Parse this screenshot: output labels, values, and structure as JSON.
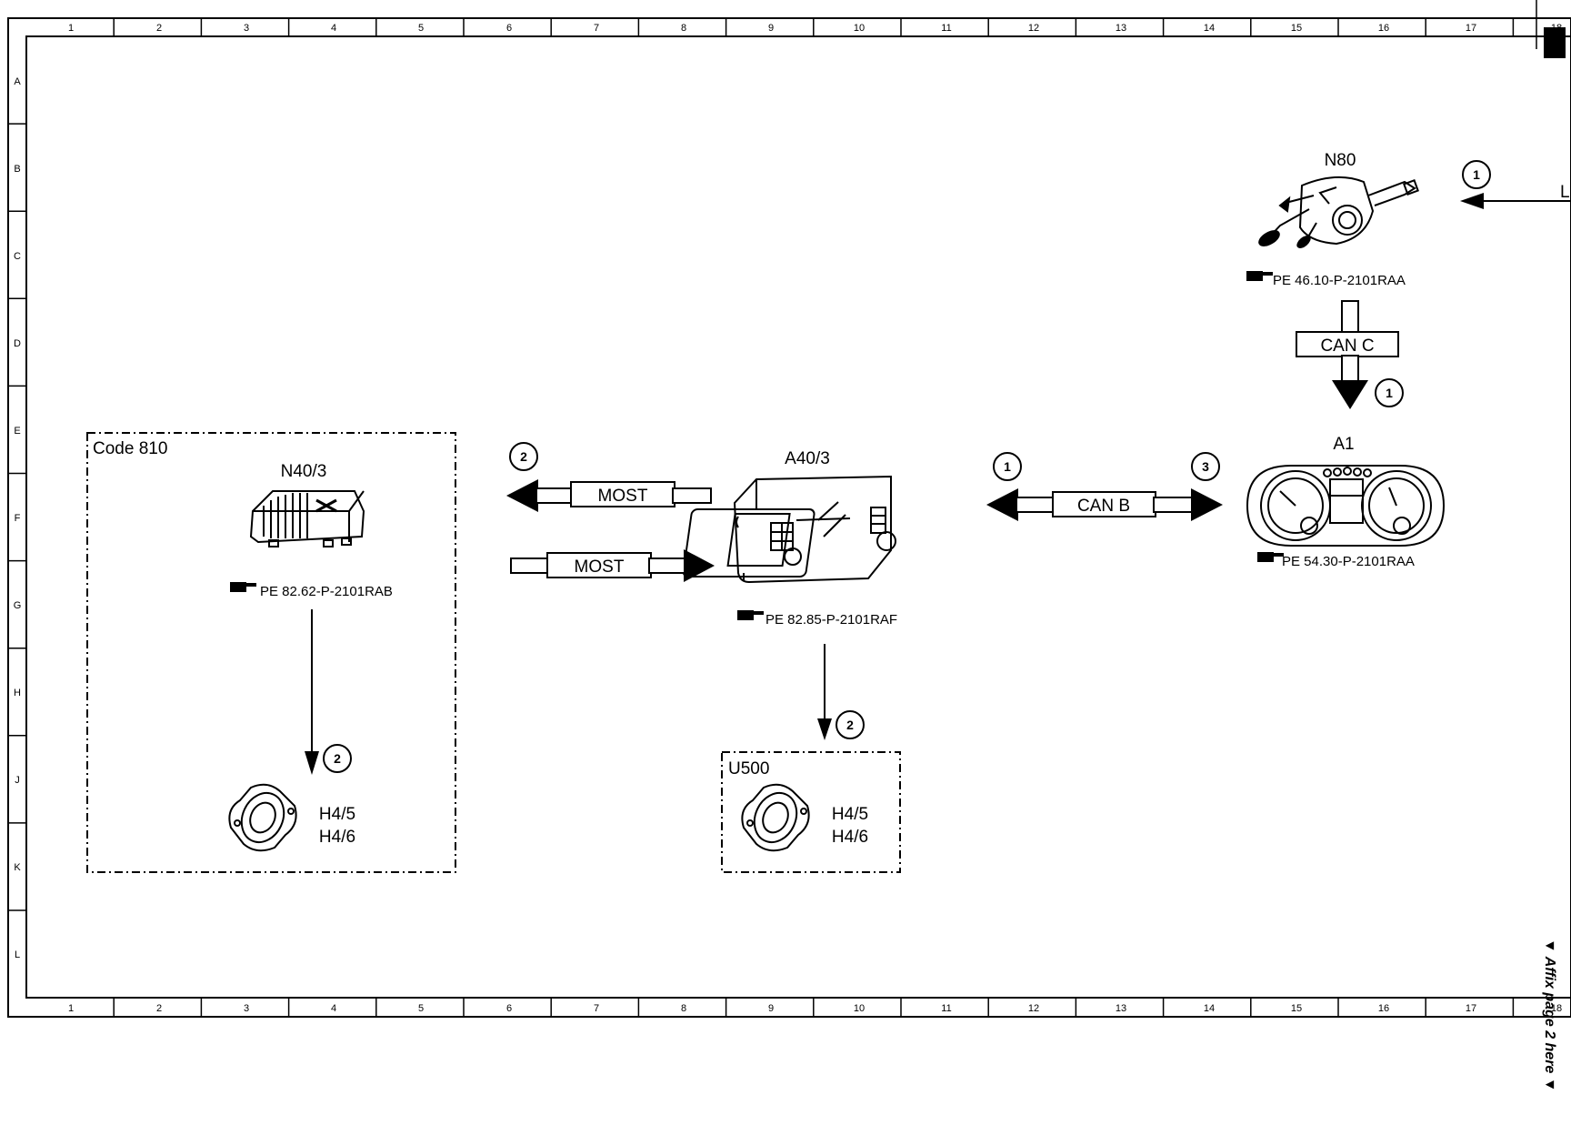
{
  "grid": {
    "columns": [
      "1",
      "2",
      "3",
      "4",
      "5",
      "6",
      "7",
      "8",
      "9",
      "10",
      "11",
      "12",
      "13",
      "14",
      "15",
      "16",
      "17",
      "18"
    ],
    "rows": [
      "A",
      "B",
      "C",
      "D",
      "E",
      "F",
      "G",
      "H",
      "J",
      "K",
      "L"
    ]
  },
  "components": {
    "n80": {
      "id": "N80",
      "ref": "PE 46.10-P-2101RAA"
    },
    "a1": {
      "id": "A1",
      "ref": "PE 54.30-P-2101RAA"
    },
    "a40_3": {
      "id": "A40/3",
      "ref": "PE 82.85-P-2101RAF"
    },
    "n40_3": {
      "id": "N40/3",
      "ref": "PE 82.62-P-2101RAB"
    },
    "speakers_left": {
      "line1": "H4/5",
      "line2": "H4/6"
    },
    "speakers_u500": {
      "line1": "H4/5",
      "line2": "H4/6"
    }
  },
  "boxes": {
    "code810": {
      "title": "Code 810"
    },
    "u500": {
      "title": "U500"
    }
  },
  "buses": {
    "can_c": "CAN C",
    "can_b": "CAN B",
    "most_out": "MOST",
    "most_in": "MOST"
  },
  "markers": {
    "n80_in": "1",
    "can_c": "1",
    "can_b_left": "1",
    "can_b_right": "3",
    "most_out": "2",
    "a40_down": "2",
    "n40_down": "2"
  },
  "edge": {
    "cut_text": "LI",
    "affix_note": "▼ Affix page 2 here ▼"
  },
  "colors": {
    "ink": "#000000",
    "paper": "#ffffff"
  }
}
